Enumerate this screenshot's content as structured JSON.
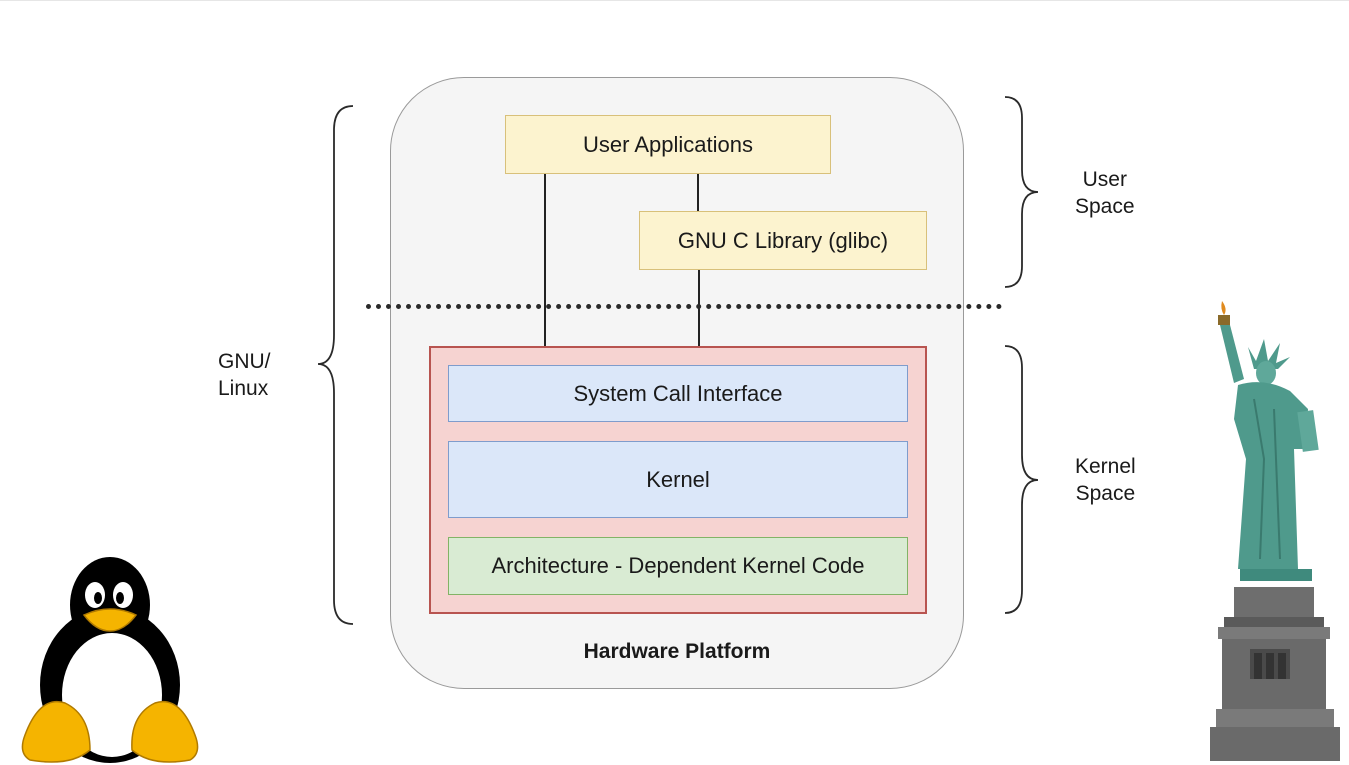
{
  "diagram": {
    "user_applications": "User Applications",
    "glibc": "GNU C Library (glibc)",
    "system_call_interface": "System Call Interface",
    "kernel": "Kernel",
    "arch_code": "Architecture - Dependent Kernel Code",
    "hardware_platform": "Hardware Platform",
    "user_space_line1": "User",
    "user_space_line2": "Space",
    "kernel_space_line1": "Kernel",
    "kernel_space_line2": "Space",
    "gnu_linux_line1": "GNU/",
    "gnu_linux_line2": "Linux"
  },
  "colors": {
    "user_layer": "#fcf3cf",
    "kernel_outer": "#f6d3d1",
    "kernel_inner": "#dbe7f9",
    "arch_layer": "#d9ebd3",
    "hardware": "#f5f5f5"
  },
  "images": {
    "left_mascot": "tux-penguin-icon",
    "right_statue": "statue-of-liberty-icon"
  }
}
